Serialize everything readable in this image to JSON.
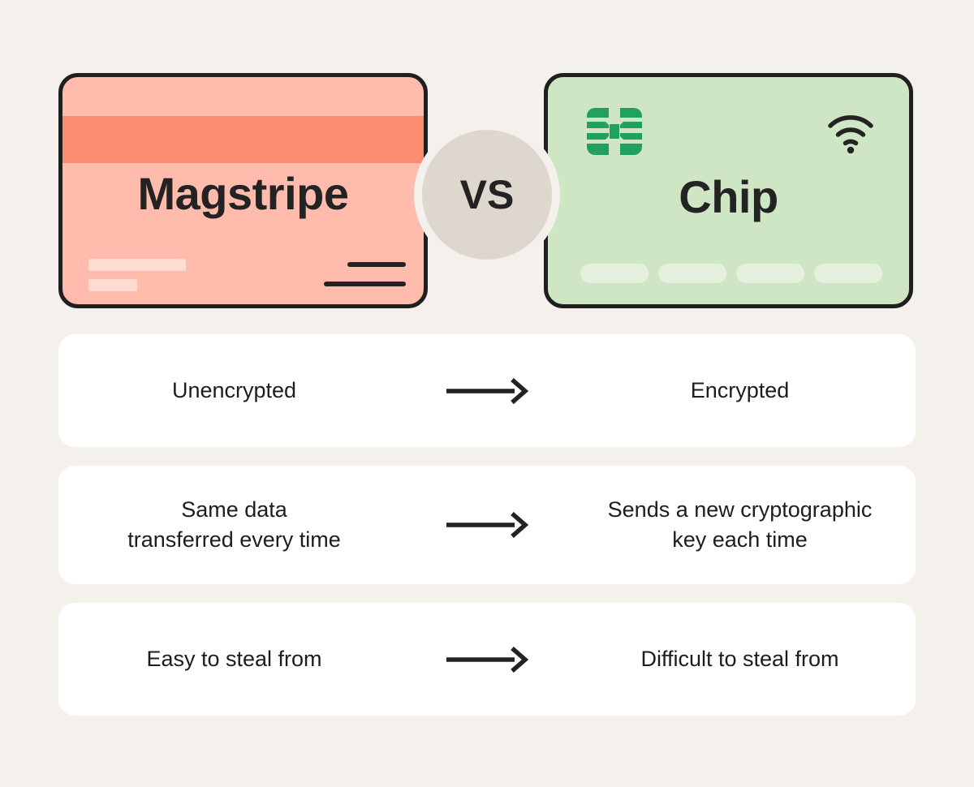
{
  "background_color": "#f4f1ec",
  "cards": {
    "left": {
      "title": "Magstripe",
      "type": "magstripe-card",
      "body_color": "#ffbcac",
      "stripe_color": "#fb8e71",
      "border_color": "#1f1f1f",
      "placeholder_bar_color": "#ffdbd2",
      "line_color": "#232323"
    },
    "right": {
      "title": "Chip",
      "type": "chip-card",
      "body_color": "#cfe6c4",
      "chip_color": "#22a05f",
      "border_color": "#1f1f1f",
      "pill_color": "#e4f0dd",
      "icons": [
        "emv-chip-icon",
        "contactless-icon"
      ]
    }
  },
  "vs_badge": {
    "label": "VS",
    "circle_color": "#ddd7cd",
    "ring_color": "#f4f1ec"
  },
  "comparison": {
    "arrow_icon": "arrow-right-icon",
    "arrow_color": "#232323",
    "rows": [
      {
        "left": "Unencrypted",
        "right": "Encrypted"
      },
      {
        "left": "Same data\ntransferred every time",
        "right": "Sends a new cryptographic\nkey each time"
      },
      {
        "left": "Easy to steal from",
        "right": "Difficult to steal from"
      }
    ]
  }
}
